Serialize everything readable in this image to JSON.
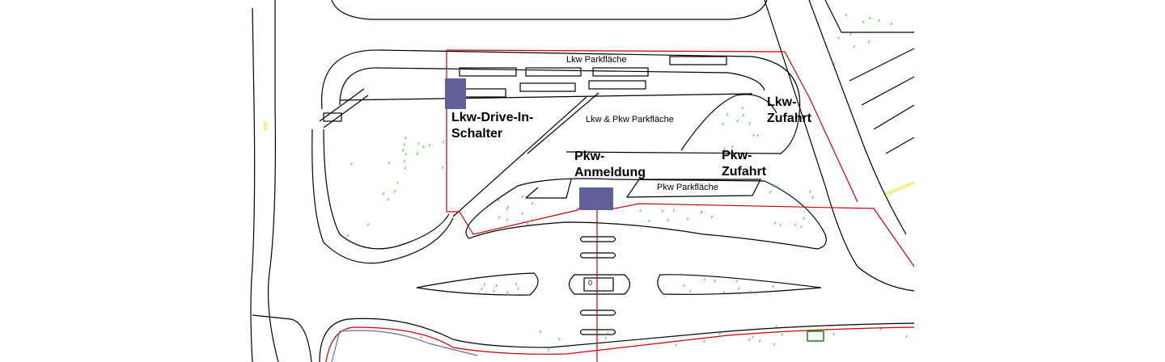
{
  "labels": {
    "lkw_parkflaeche": "Lkw Parkfläche",
    "lkw_pkw_parkflaeche": "Lkw & Pkw Parkfläche",
    "pkw_parkflaeche": "Pkw Parkfläche",
    "lkw_drive_in_1": "Lkw-Drive-In-",
    "lkw_drive_in_2": "Schalter",
    "pkw_anmeldung_1": "Pkw-",
    "pkw_anmeldung_2": "Anmeldung",
    "pkw_zufahrt_1": "Pkw-",
    "pkw_zufahrt_2": "Zufahrt",
    "lkw_zufahrt_1": "Lkw-",
    "lkw_zufahrt_2": "Zufahrt",
    "booth_mark": "0"
  },
  "colors": {
    "outline": "#000000",
    "boundary": "#cc0000",
    "building": "#5f5f9a",
    "vegetation": "#33bb33",
    "path": "#6a6aa8"
  }
}
